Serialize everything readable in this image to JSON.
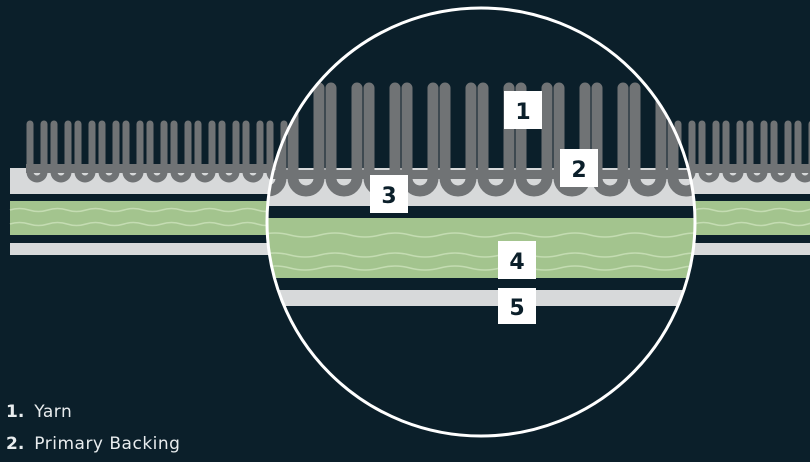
{
  "diagram": {
    "colors": {
      "background": "#0b1f2a",
      "yarn": "#707375",
      "primary_backing": "#d7d9da",
      "latex": "#a3c48e",
      "secondary_backing": "#d7d9da",
      "circle_outline": "#ffffff",
      "label_box": "#ffffff"
    },
    "callouts": [
      "1",
      "2",
      "3",
      "4",
      "5"
    ]
  },
  "legend": [
    {
      "number": "1.",
      "text": "Yarn"
    },
    {
      "number": "2.",
      "text": "Primary Backing"
    }
  ]
}
